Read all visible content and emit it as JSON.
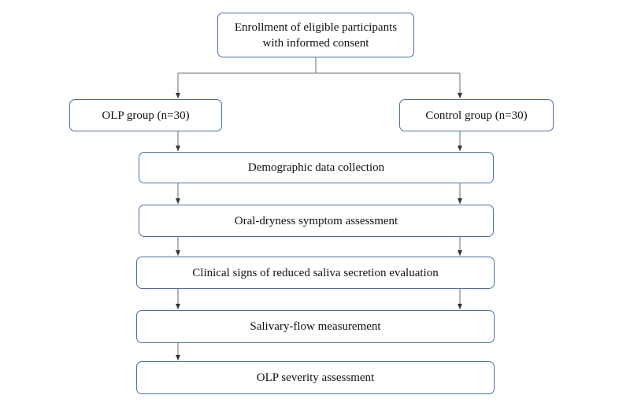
{
  "flowchart": {
    "enrollment": {
      "line1": "Enrollment of eligible participants",
      "line2": "with informed consent"
    },
    "groups": {
      "olp": "OLP group (n=30)",
      "control": "Control group (n=30)"
    },
    "steps": {
      "demographic": "Demographic data collection",
      "oral_dryness": "Oral-dryness symptom assessment",
      "clinical_signs": "Clinical signs of reduced saliva secretion evaluation",
      "salivary_flow": "Salivary-flow measurement",
      "olp_severity": "OLP severity assessment"
    }
  },
  "colors": {
    "box_border": "#4f6fa3",
    "connector": "#6b6b6b",
    "text": "#111111",
    "background": "#ffffff"
  }
}
